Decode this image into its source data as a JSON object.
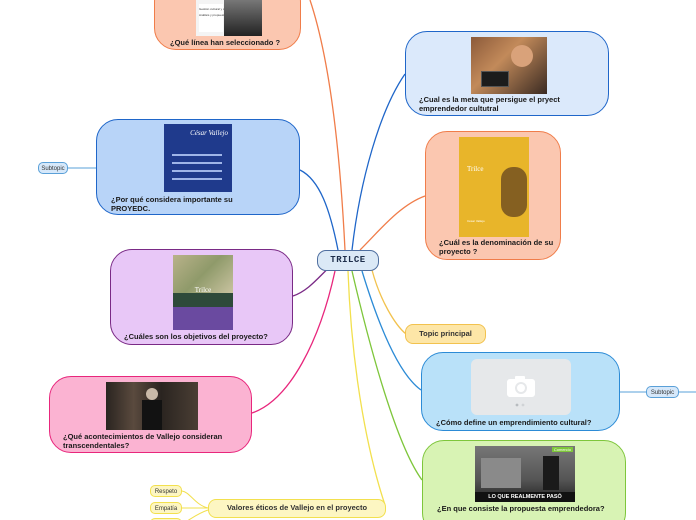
{
  "central": {
    "label": "TRILCE"
  },
  "nodes": {
    "linea": {
      "label": "¿Qué línea han seleccionado ?",
      "image_caption": "Gestión cultural y sociedad",
      "image_caption2": "Análisis y propuesta"
    },
    "meta": {
      "label": "¿Cual es la meta que persigue el pryect emprendedor cultutral"
    },
    "porque": {
      "label": "¿Por qué considera importante su PROYEDC.",
      "image_title": "César Vallejo"
    },
    "denominacion": {
      "label": "¿Cuál  es la denominación de su proyecto ?",
      "cover_title": "Trilce",
      "cover_author": "César Vallejo"
    },
    "objetivos": {
      "label": "¿Cuáles son los objetivos del proyecto?",
      "cover_title": "Trilce"
    },
    "topic": {
      "label": "Topic principal"
    },
    "emprendimiento": {
      "label": "¿Cómo define un emprendimiento cultural?"
    },
    "acontecimientos": {
      "label": "¿Qué acontecimientos de Vallejo consideran transcendentales?"
    },
    "propuesta": {
      "label": "¿En que consiste la propuesta emprendedora?",
      "image_banner": "LO QUE REALMENTE PASÓ",
      "image_badge": "Comercio"
    },
    "valores": {
      "label": "Valores éticos de Vallejo en el proyecto"
    }
  },
  "subtopics": {
    "left": "Subtopic",
    "right": "Subtopic"
  },
  "valores_items": [
    "Respeto",
    "Empatía"
  ],
  "colors": {
    "linea": "#f07d4a",
    "meta": "#1f66c9",
    "porque": "#1f66c9",
    "denominacion": "#f07d4a",
    "objetivos": "#7a2a86",
    "topic": "#f2c24e",
    "emprendimiento": "#2c8bd6",
    "acontecimientos": "#e8267c",
    "propuesta": "#7ec63b",
    "valores": "#f2e04e"
  }
}
